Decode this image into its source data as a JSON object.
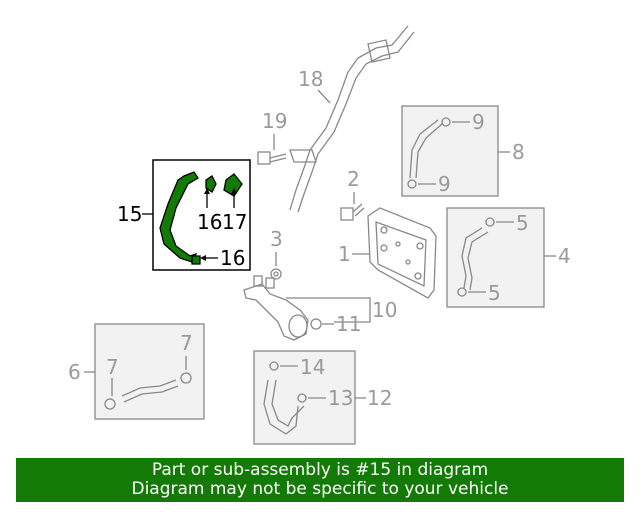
{
  "callouts": {
    "c1": "1",
    "c2": "2",
    "c3": "3",
    "c4": "4",
    "c5a": "5",
    "c5b": "5",
    "c6": "6",
    "c7a": "7",
    "c7b": "7",
    "c8": "8",
    "c9a": "9",
    "c9b": "9",
    "c10": "10",
    "c11": "11",
    "c12": "12",
    "c13": "13",
    "c14": "14",
    "c15": "15",
    "c16a": "16",
    "c16b": "16",
    "c17": "17",
    "c18": "18",
    "c19": "19"
  },
  "highlight_color": "#147a06",
  "banner": {
    "line1": "Part or sub-assembly is #15 in diagram",
    "line2": "Diagram may not be specific to your vehicle"
  }
}
